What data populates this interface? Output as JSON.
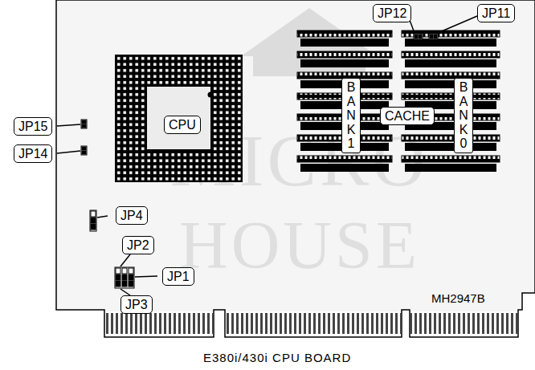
{
  "diagram": {
    "caption": "E380i/430i CPU BOARD",
    "nodes": [
      {
        "text": [
          "JP12"
        ]
      },
      {
        "text": [
          "JP11"
        ]
      },
      {
        "text": [
          "JP15"
        ]
      },
      {
        "text": [
          "JP14"
        ]
      },
      {
        "text": [
          "CPU"
        ]
      },
      {
        "text": [
          "BANK1"
        ]
      },
      {
        "text": [
          "CACHE"
        ]
      },
      {
        "text": [
          "BANK0"
        ]
      },
      {
        "text": [
          "JP4"
        ]
      },
      {
        "text": [
          "JP2"
        ]
      },
      {
        "text": [
          "JP1"
        ]
      },
      {
        "text": [
          "JP3"
        ]
      }
    ],
    "labels": [
      "MICRO",
      "HOUSE",
      "MH2947B"
    ]
  }
}
